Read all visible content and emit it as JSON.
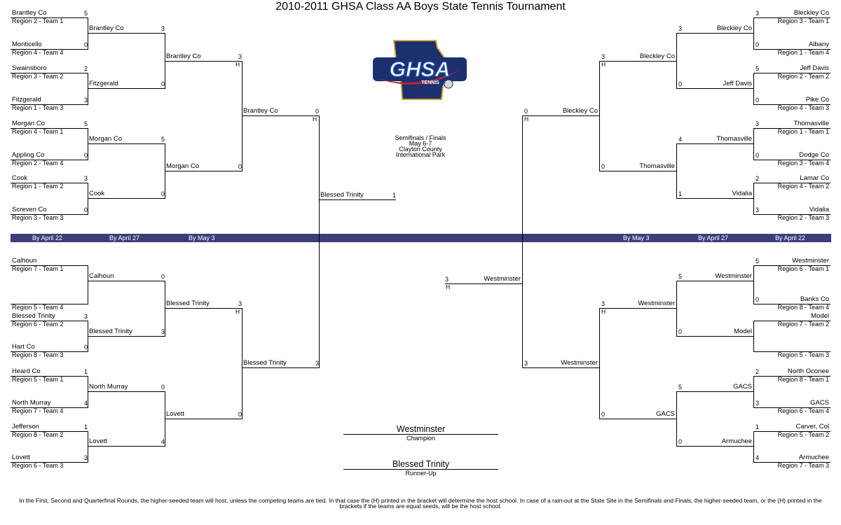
{
  "title": "2010-2011 GHSA Class AA Boys State Tennis Tournament",
  "rounds": [
    "By April 22",
    "By April 27",
    "By May 3",
    "By May 3",
    "By April 27",
    "By April 22"
  ],
  "info": [
    "Semifinals / Finals",
    "May 6-7",
    "Clayton County",
    "International Park"
  ],
  "logo": {
    "text": "GHSA",
    "subtext": "TENNIS",
    "colors": {
      "navy": "#1c2f6e",
      "blue": "#2f5fc0",
      "gold": "#d0aa3c",
      "red": "#c0282d"
    }
  },
  "host_mark": "H",
  "brackets": {
    "top_left": {
      "r1": [
        {
          "name": "Brantley Co",
          "region": "Region 2 - Team 1",
          "score": "5"
        },
        {
          "name": "Monticello",
          "region": "Region 4 - Team 4",
          "score": "0"
        },
        {
          "name": "Swainsboro",
          "region": "Region 3 - Team 2",
          "score": "2"
        },
        {
          "name": "Fitzgerald",
          "region": "Region 1 - Team 3",
          "score": "3"
        },
        {
          "name": "Morgan Co",
          "region": "Region 4 - Team 1",
          "score": "5"
        },
        {
          "name": "Appling Co",
          "region": "Region 2 - Team 4",
          "score": "0"
        },
        {
          "name": "Cook",
          "region": "Region 1 - Team 2",
          "score": "3"
        },
        {
          "name": "Screven Co",
          "region": "Region 3 - Team 3",
          "score": "0"
        }
      ],
      "r2": [
        {
          "name": "Brantley Co",
          "score": "3"
        },
        {
          "name": "Fitzgerald",
          "score": "0"
        },
        {
          "name": "Morgan Co",
          "score": "5"
        },
        {
          "name": "Cook",
          "score": "0"
        }
      ],
      "r3": [
        {
          "name": "Brantley Co",
          "score": "3",
          "host": true
        },
        {
          "name": "Morgan Co",
          "score": "0"
        }
      ],
      "r4": {
        "name": "Brantley Co",
        "score": "0",
        "host": true
      }
    },
    "bottom_left": {
      "r1": [
        {
          "name": "Calhoun",
          "region": "Region 7 - Team 1",
          "score": ""
        },
        {
          "name": "",
          "region": "Region 5 - Team 4",
          "score": ""
        },
        {
          "name": "Blessed Trinity",
          "region": "Region 6 - Team 2",
          "score": "3"
        },
        {
          "name": "Hart Co",
          "region": "Region 8 - Team 3",
          "score": "0"
        },
        {
          "name": "Heard Co",
          "region": "Region 5 - Team 1",
          "score": "1"
        },
        {
          "name": "North Murray",
          "region": "Region 7 - Team 4",
          "score": "4"
        },
        {
          "name": "Jefferson",
          "region": "Region 8 - Team 2",
          "score": "1"
        },
        {
          "name": "Lovett",
          "region": "Region 6 - Team 3",
          "score": "3"
        }
      ],
      "r2": [
        {
          "name": "Calhoun",
          "score": "0"
        },
        {
          "name": "Blessed Trinity",
          "score": "3"
        },
        {
          "name": "North Murray",
          "score": "0"
        },
        {
          "name": "Lovett",
          "score": "4"
        }
      ],
      "r3": [
        {
          "name": "Blessed Trinity",
          "score": "3",
          "host": true
        },
        {
          "name": "Lovett",
          "score": "0"
        }
      ],
      "r4": {
        "name": "Blessed Trinity",
        "score": "3"
      }
    },
    "top_right": {
      "r1": [
        {
          "name": "Bleckley Co",
          "region": "Region 3 - Team 1",
          "score": "3"
        },
        {
          "name": "Albany",
          "region": "Region 1 - Team 4",
          "score": "0"
        },
        {
          "name": "Jeff Davis",
          "region": "Region 2 - Team 2",
          "score": "5"
        },
        {
          "name": "Pike Co",
          "region": "Region 4 - Team 3",
          "score": "0"
        },
        {
          "name": "Thomasville",
          "region": "Region 1 - Team 1",
          "score": "3"
        },
        {
          "name": "Dodge Co",
          "region": "Region 3 - Team 4",
          "score": "0"
        },
        {
          "name": "Lamar Co",
          "region": "Region 4 - Team 2",
          "score": "2"
        },
        {
          "name": "Vidalia",
          "region": "Region 2 - Team 3",
          "score": "3"
        }
      ],
      "r2": [
        {
          "name": "Bleckley Co",
          "score": "3"
        },
        {
          "name": "Jeff Davis",
          "score": "0"
        },
        {
          "name": "Thomasville",
          "score": "4"
        },
        {
          "name": "Vidalia",
          "score": "1"
        }
      ],
      "r3": [
        {
          "name": "Bleckley Co",
          "score": "3",
          "host": true
        },
        {
          "name": "Thomasville",
          "score": "0"
        }
      ],
      "r4": {
        "name": "Bleckley Co",
        "score": "0",
        "host": true
      }
    },
    "bottom_right": {
      "r1": [
        {
          "name": "Westminster",
          "region": "Region 6 - Team 1",
          "score": "5"
        },
        {
          "name": "Banks Co",
          "region": "Region 8 - Team 4",
          "score": "0"
        },
        {
          "name": "Model",
          "region": "Region 7 - Team 2",
          "score": ""
        },
        {
          "name": "",
          "region": "Region 5 - Team 3",
          "score": ""
        },
        {
          "name": "North Oconee",
          "region": "Region 8 - Team 1",
          "score": "2"
        },
        {
          "name": "GACS",
          "region": "Region 6 - Team 4",
          "score": "3"
        },
        {
          "name": "Carver, Col",
          "region": "Region 5 - Team 2",
          "score": "1"
        },
        {
          "name": "Armuchee",
          "region": "Region 7 - Team 3",
          "score": "4"
        }
      ],
      "r2": [
        {
          "name": "Westminster",
          "score": "5"
        },
        {
          "name": "Model",
          "score": "0"
        },
        {
          "name": "GACS",
          "score": "5"
        },
        {
          "name": "Armuchee",
          "score": "0"
        }
      ],
      "r3": [
        {
          "name": "Westminster",
          "score": "3",
          "host": true
        },
        {
          "name": "GACS",
          "score": "0"
        }
      ],
      "r4": {
        "name": "Westminster",
        "score": "3"
      }
    }
  },
  "left_final": {
    "name": "Blessed Trinity",
    "score": "1"
  },
  "right_final": {
    "name": "Westminster",
    "score": "3",
    "host": true
  },
  "champion": {
    "name": "Westminster",
    "label": "Champion"
  },
  "runner_up": {
    "name": "Blessed Trinity",
    "label": "Runner-Up"
  },
  "footnote": [
    "In the First, Second and Quarterfinal Rounds, the higher-seeded team will host, unless the competing teams are tied.  In that case the (H) printed in the bracket will determine the host school.  In case of a rain-out at the State Site in the Semifinals and Finals, the higher-seeded team, or the (H) printed in the",
    "brackets if the teams are equal seeds, will be the host school."
  ]
}
